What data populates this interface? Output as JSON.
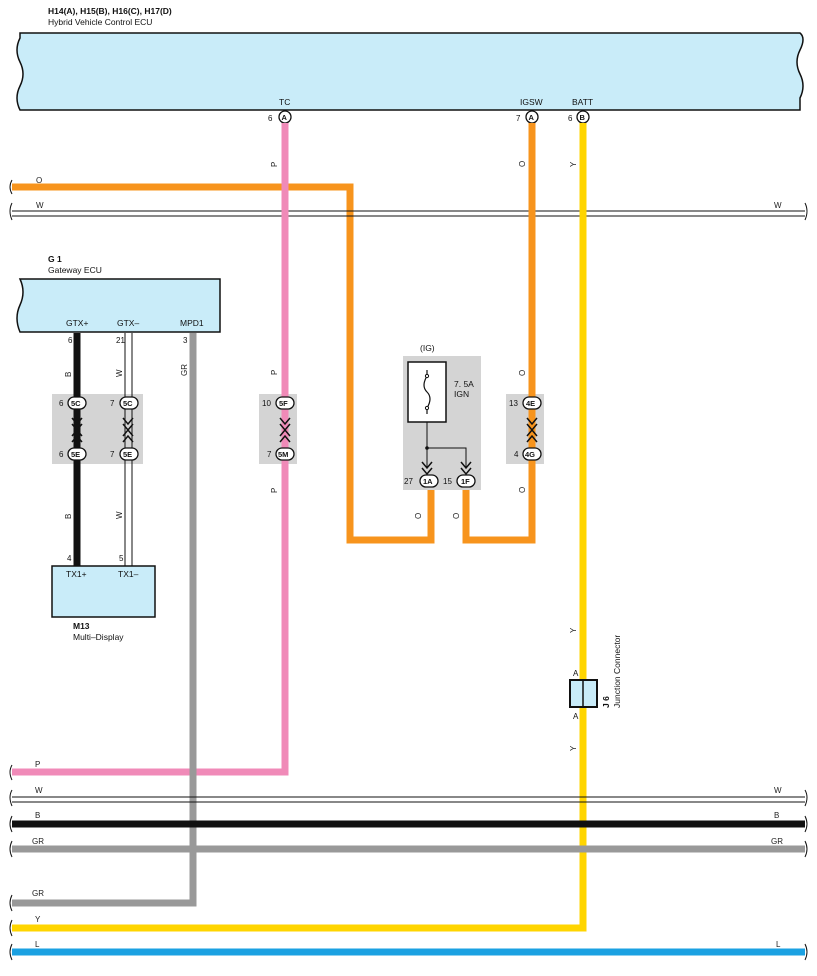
{
  "ecu_main": {
    "codes": "H14(A), H15(B), H16(C), H17(D)",
    "name": "Hybrid Vehicle Control ECU",
    "pins": {
      "tc": {
        "label": "TC",
        "num": "6",
        "conn": "A"
      },
      "igsw": {
        "label": "IGSW",
        "num": "7",
        "conn": "A"
      },
      "batt": {
        "label": "BATT",
        "num": "6",
        "conn": "B"
      }
    }
  },
  "gateway": {
    "code": "G 1",
    "name": "Gateway ECU",
    "pins": {
      "gtxp": {
        "label": "GTX+",
        "num": "6"
      },
      "gtxm": {
        "label": "GTX–",
        "num": "21"
      },
      "mpd1": {
        "label": "MPD1",
        "num": "3"
      }
    }
  },
  "display": {
    "code": "M13",
    "name": "Multi–Display",
    "pins": {
      "tx1p": {
        "label": "TX1+",
        "num": "4"
      },
      "tx1m": {
        "label": "TX1–",
        "num": "5"
      }
    }
  },
  "fuse": {
    "box": "(IG)",
    "rating": "7. 5A",
    "name": "IGN"
  },
  "junction": {
    "code": "J 6",
    "name": "Junction Connector",
    "pin_top": "A",
    "pin_bottom": "A"
  },
  "connectors": {
    "c5C_left": {
      "num": "6",
      "code": "5C"
    },
    "c5C_right": {
      "num": "7",
      "code": "5C"
    },
    "c5E_left": {
      "num": "6",
      "code": "5E"
    },
    "c5E_right": {
      "num": "7",
      "code": "5E"
    },
    "c5F": {
      "num": "10",
      "code": "5F"
    },
    "c5M": {
      "num": "7",
      "code": "5M"
    },
    "c1A": {
      "num": "27",
      "code": "1A"
    },
    "c1F": {
      "num": "15",
      "code": "1F"
    },
    "c4E": {
      "num": "13",
      "code": "4E"
    },
    "c4G": {
      "num": "4",
      "code": "4G"
    }
  },
  "wires": {
    "colors": {
      "O": "#f7941d",
      "P": "#f08ab8",
      "Y": "#ffd500",
      "B": "#111111",
      "GR": "#999999",
      "L": "#1ba1e2",
      "W": "#ffffff"
    },
    "labels": {
      "O": "O",
      "W": "W",
      "P": "P",
      "B": "B",
      "GR": "GR",
      "Y": "Y",
      "L": "L"
    }
  }
}
